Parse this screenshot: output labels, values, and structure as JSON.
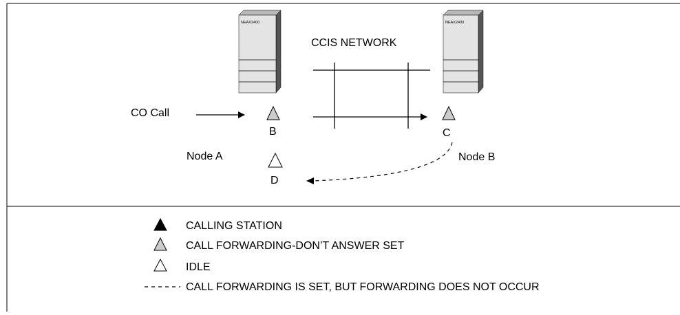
{
  "diagram": {
    "pbx_left_label": "NEAX2400",
    "pbx_right_label": "NEAX2400",
    "network_label": "CCIS NETWORK",
    "co_call_label": "CO Call",
    "node_a_label": "Node A",
    "node_b_label": "Node B",
    "station_b_label": "B",
    "station_c_label": "C",
    "station_d_label": "D"
  },
  "legend": {
    "calling_station": "CALLING STATION",
    "forwarding_set": "CALL FORWARDING-DON’T ANSWER SET",
    "idle": "IDLE",
    "dashed_line": "CALL FORWARDING IS SET, BUT FORWARDING DOES NOT OCCUR"
  },
  "colors": {
    "pbx_front": "#e4e4e4",
    "pbx_side": "#555555",
    "pbx_top": "#b8b8b8",
    "forwarding_fill": "#cccccc",
    "line": "#000000"
  }
}
